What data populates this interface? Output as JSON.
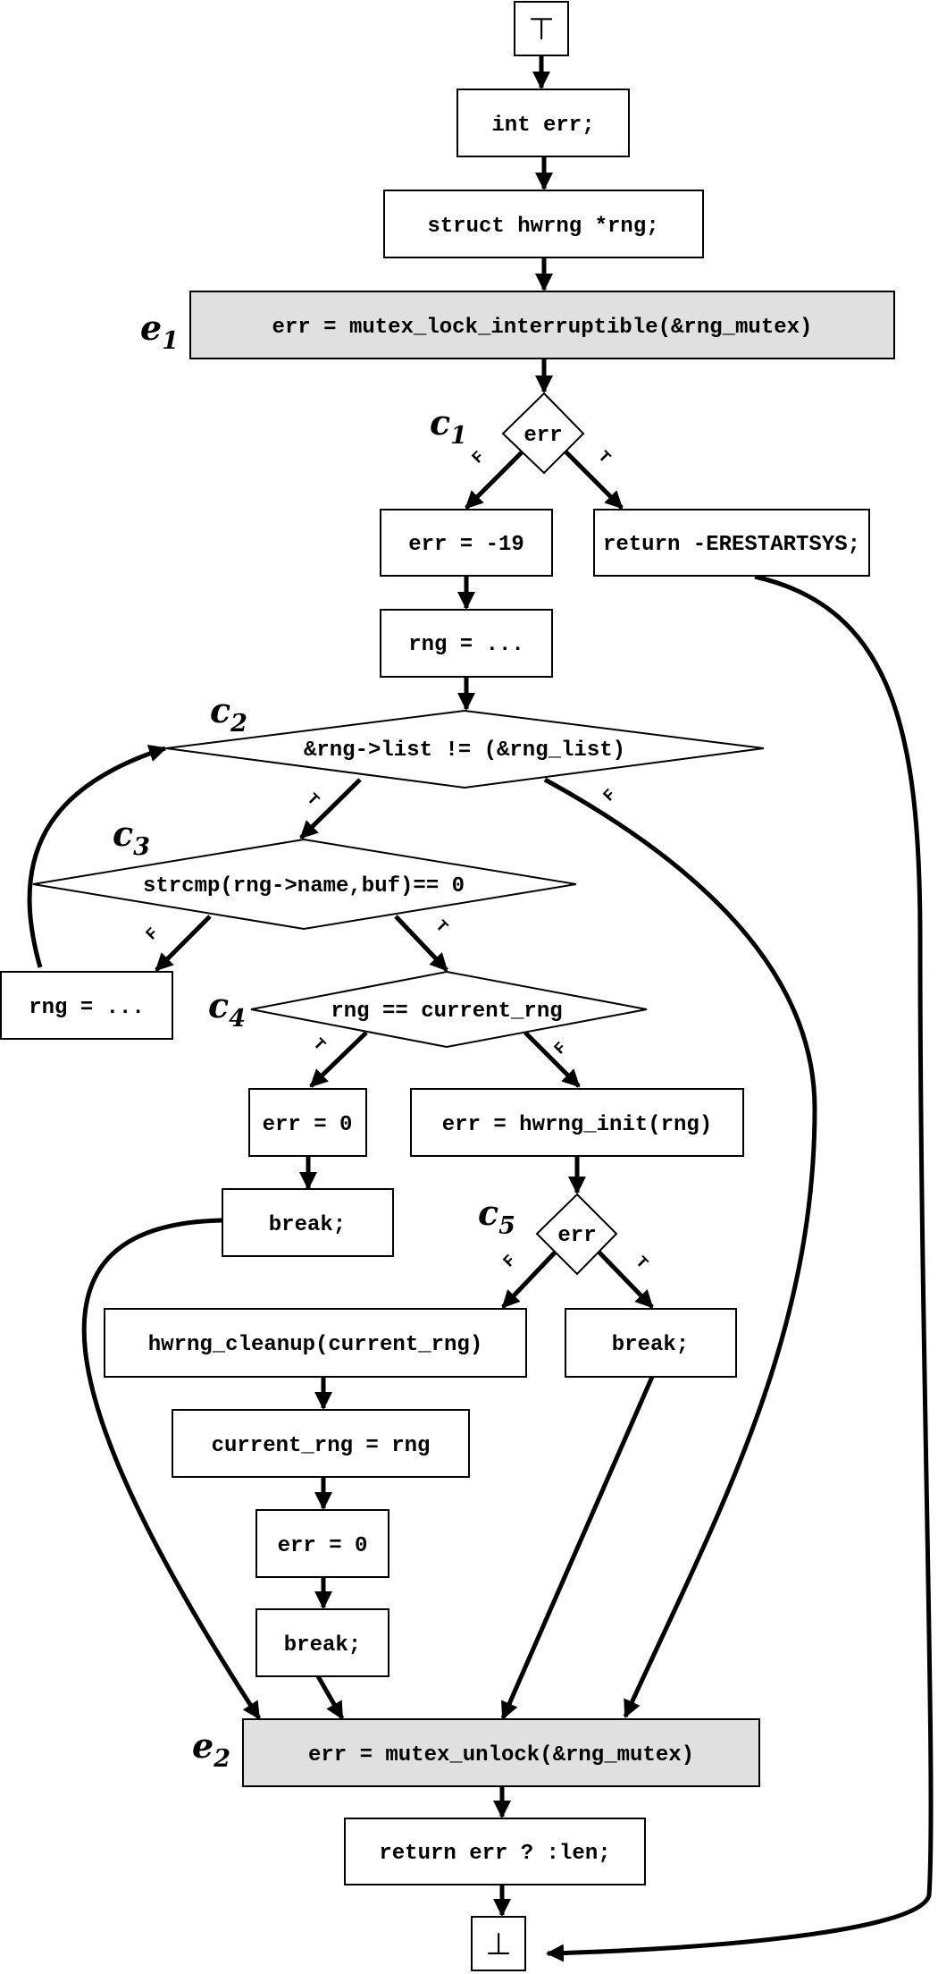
{
  "nodes": {
    "top": "⊤",
    "bottom": "⊥",
    "int_err": "int err;",
    "struct_rng": "struct hwrng *rng;",
    "mutex_lock": "err = mutex_lock_interruptible(&rng_mutex)",
    "c1_cond": "err",
    "err_neg19": "err = -19",
    "return_erestart": "return -ERESTARTSYS;",
    "rng_assign_1": "rng = ...",
    "c2_cond": "&rng->list != (&rng_list)",
    "c3_cond": "strcmp(rng->name,buf)== 0",
    "rng_assign_2": "rng = ...",
    "c4_cond": "rng == current_rng",
    "err_zero_1": "err = 0",
    "hwrng_init": "err = hwrng_init(rng)",
    "break_1": "break;",
    "c5_cond": "err",
    "hwrng_cleanup": "hwrng_cleanup(current_rng)",
    "break_2": "break;",
    "current_rng_assign": "current_rng = rng",
    "err_zero_2": "err = 0",
    "break_3": "break;",
    "mutex_unlock": "err = mutex_unlock(&rng_mutex)",
    "return_len": "return err ? :len;"
  },
  "node_labels": {
    "e1": {
      "base": "e",
      "sub": "1"
    },
    "e2": {
      "base": "e",
      "sub": "2"
    },
    "c1": {
      "base": "c",
      "sub": "1"
    },
    "c2": {
      "base": "c",
      "sub": "2"
    },
    "c3": {
      "base": "c",
      "sub": "3"
    },
    "c4": {
      "base": "c",
      "sub": "4"
    },
    "c5": {
      "base": "c",
      "sub": "5"
    }
  },
  "edge_labels": {
    "c1_false": "F",
    "c1_true": "T",
    "c2_true": "T",
    "c2_false": "F",
    "c3_false": "F",
    "c3_true": "T",
    "c4_true": "T",
    "c4_false": "F",
    "c5_false": "F",
    "c5_true": "T"
  },
  "colors": {
    "highlight_fill": "#e0e0e0",
    "stroke": "#000000",
    "background": "#ffffff"
  }
}
